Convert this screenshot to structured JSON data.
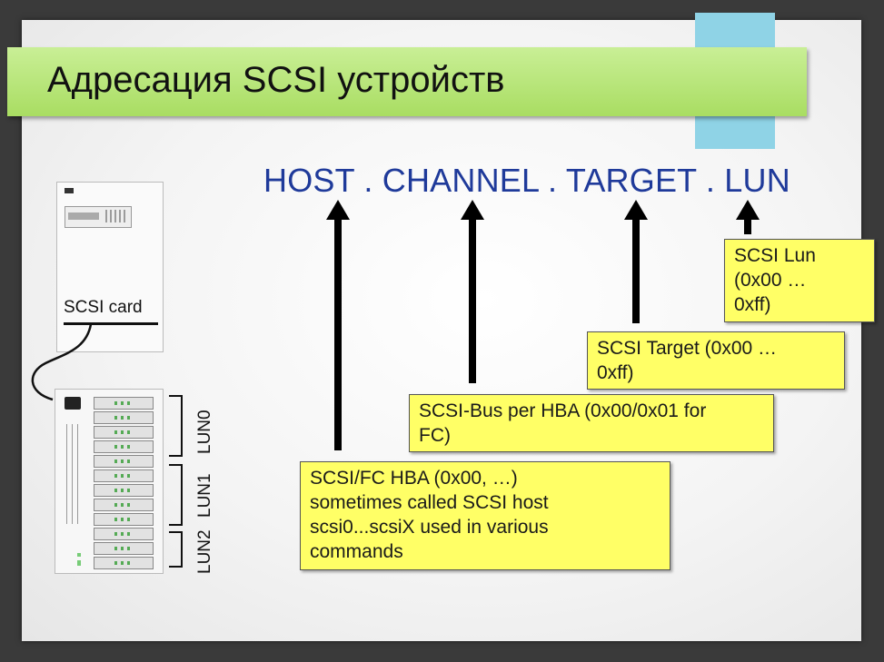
{
  "title": "Адресация SCSI устройств",
  "formula": "HOST . CHANNEL . TARGET . LUN",
  "boxes": {
    "lun": [
      "SCSI Lun",
      "(0x00 …",
      "0xff)"
    ],
    "target": [
      "SCSI Target (0x00 …",
      "0xff)"
    ],
    "bus": [
      "SCSI-Bus per HBA (0x00/0x01 for",
      "FC)"
    ],
    "hba": [
      "SCSI/FC HBA (0x00, …)",
      "sometimes called SCSI host",
      "scsi0...scsiX used in various",
      "commands"
    ]
  },
  "device": {
    "card_label": "SCSI card",
    "lun_labels": [
      "LUN0",
      "LUN1",
      "LUN2"
    ]
  },
  "colors": {
    "title_bar": "#a9dd62",
    "formula_text": "#1f3a9a",
    "note_box": "#ffff66",
    "accent_tab": "#8fd3e6"
  }
}
